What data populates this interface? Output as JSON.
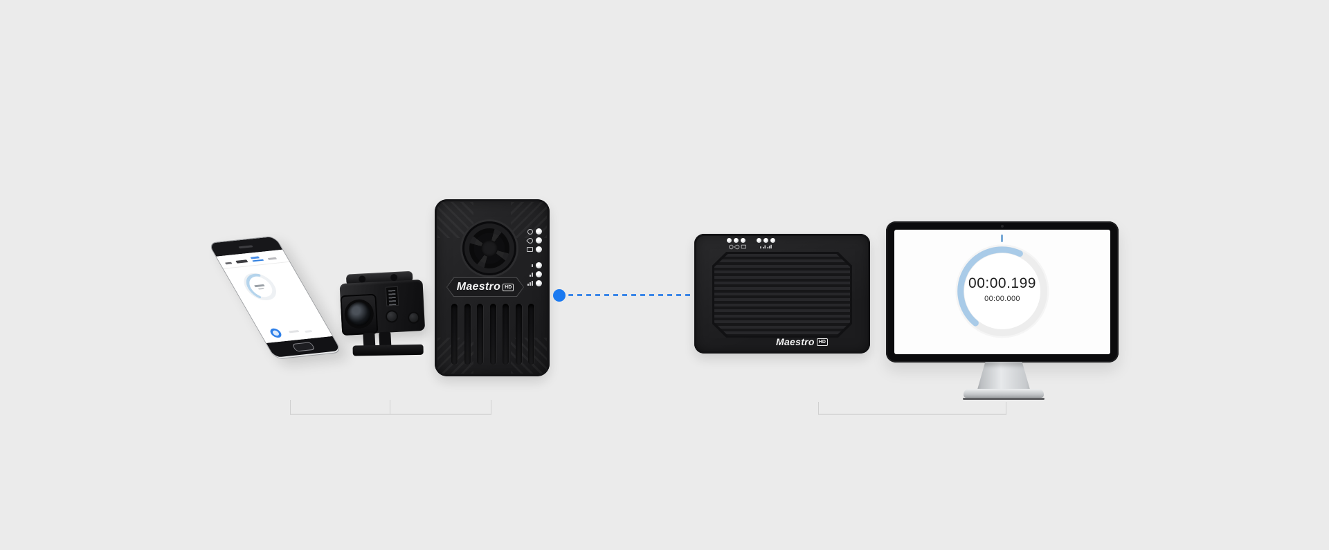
{
  "scene": {
    "background_color": "#ebebeb",
    "accent_blue": "#1a79f0",
    "link_dash_blue": "#3a86e8",
    "progress_arc_blue": "#a9cbe8",
    "bracket_gray": "#d0d0d0"
  },
  "phone": {
    "icons": [
      "progress-ring-icon",
      "record-button-icon",
      "home-button-icon",
      "speaker-slot-icon"
    ]
  },
  "camera": {
    "icons": [
      "lens-icon",
      "status-screen-icon",
      "shutter-button-icon",
      "mode-button-icon"
    ]
  },
  "transmitter": {
    "logo": "Maestro",
    "logo_badge": "HD",
    "led_icons_top": [
      "power-icon",
      "wireless-icon",
      "camera-icon"
    ],
    "led_icons_bottom": [
      "signal-low-icon",
      "signal-mid-icon",
      "signal-high-icon"
    ],
    "icons": [
      "fan-icon"
    ]
  },
  "receiver": {
    "logo": "Maestro",
    "logo_badge": "HD",
    "led_icons_group1": [
      "power-icon",
      "wireless-icon",
      "camera-icon"
    ],
    "led_icons_group2": [
      "signal-low-icon",
      "signal-mid-icon",
      "signal-high-icon"
    ]
  },
  "monitor": {
    "timer_main": "00:00.199",
    "timer_sub": "00:00.000",
    "icons": [
      "progress-start-tick-icon",
      "progress-ring-icon",
      "webcam-dot-icon"
    ]
  }
}
